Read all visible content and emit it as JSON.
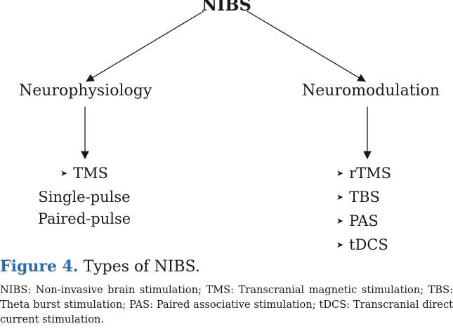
{
  "diagram": {
    "root": "NIBS",
    "branches": [
      {
        "title": "Neurophysiology",
        "items": [
          "TMS",
          "Single-pulse",
          "Paired-pulse"
        ]
      },
      {
        "title": "Neuromodulation",
        "items": [
          "rTMS",
          "TBS",
          "PAS",
          "tDCS"
        ]
      }
    ],
    "bullet_icon": "arrowhead-bullet-icon"
  },
  "caption": {
    "label": "Figure 4.",
    "text": " Types of NIBS."
  },
  "abbreviations": "NIBS: Non-invasive brain stimulation; TMS: Transcranial magnetic stimulation; TBS: Theta burst stimulation; PAS: Paired associative stimulation; tDCS: Transcranial direct current stimulation.",
  "colors": {
    "caption_label": "#2c6aa8",
    "text": "#1a1a1a"
  }
}
